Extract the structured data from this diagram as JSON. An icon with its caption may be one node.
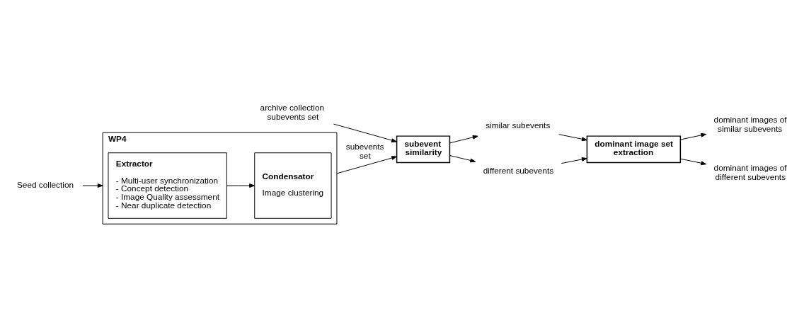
{
  "diagram": {
    "nodes": [
      {
        "text": [
          "WP4"
        ]
      },
      {
        "text": [
          "Extractor",
          "- Multi-user synchronization",
          "- Concept detection",
          "- Image Quality assessment",
          "- Near duplicate detection"
        ],
        "in": 0
      },
      {
        "text": [
          "Condensator",
          "Image clustering"
        ],
        "in": 0
      },
      {
        "text": [
          "Seed collection"
        ]
      },
      {
        "text": [
          "archive collection subevents set"
        ]
      },
      {
        "text": [
          "subevent similarity"
        ]
      },
      {
        "text": [
          "similar subevents"
        ]
      },
      {
        "text": [
          "different subevents"
        ]
      },
      {
        "text": [
          "dominant image set extraction"
        ]
      },
      {
        "text": [
          "dominant images of similar subevents"
        ]
      },
      {
        "text": [
          "dominant images of different subevents"
        ]
      }
    ],
    "edges": [
      {
        "from": 3,
        "to": 0,
        "arrow": "to"
      },
      {
        "from": 1,
        "to": 2,
        "arrow": "to"
      },
      {
        "from": 0,
        "to": 5,
        "arrow": "to",
        "label": "subevents set"
      },
      {
        "from": 4,
        "to": 5,
        "arrow": "to"
      },
      {
        "from": 5,
        "to": 6,
        "arrow": "to"
      },
      {
        "from": 5,
        "to": 7,
        "arrow": "to"
      },
      {
        "from": 6,
        "to": 8,
        "arrow": "to"
      },
      {
        "from": 7,
        "to": 8,
        "arrow": "to"
      },
      {
        "from": 8,
        "to": 9,
        "arrow": "to"
      },
      {
        "from": 8,
        "to": 10,
        "arrow": "to"
      }
    ]
  }
}
